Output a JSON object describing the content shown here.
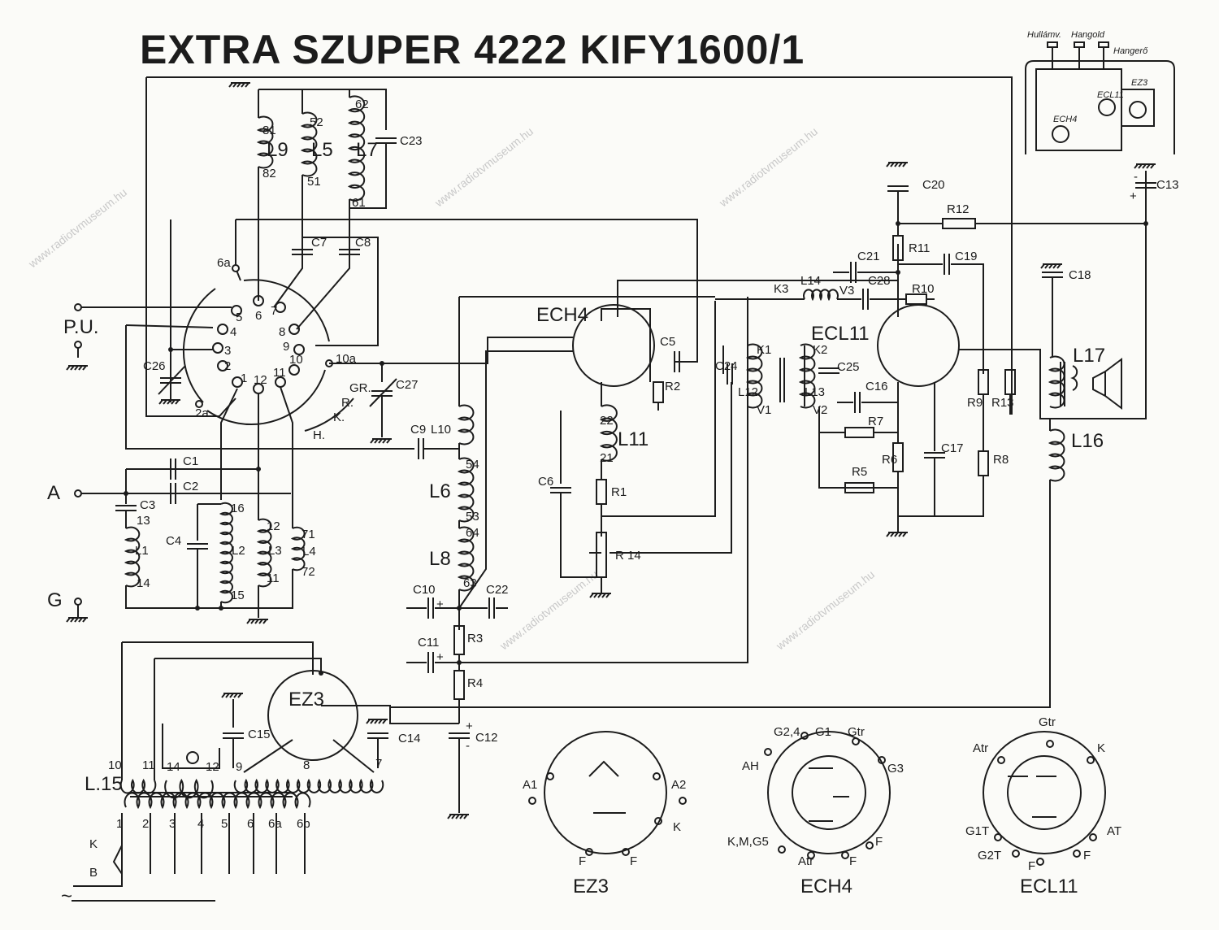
{
  "title": "EXTRA SZUPER 4222 KIFY1600/1",
  "watermark": "www.radiotvmuseum.hu",
  "inset": {
    "knobs": [
      "Hullámv.",
      "Hangold",
      "Hangerő"
    ],
    "tubes": [
      "ECH4",
      "ECL11",
      "EZ3"
    ]
  },
  "terminals": {
    "pu": "P.U.",
    "a": "A",
    "g": "G",
    "k": "K",
    "b": "B",
    "mains": "~"
  },
  "tubes": {
    "ech4": "ECH4",
    "ecl11": "ECL11",
    "ez3": "EZ3"
  },
  "components": {
    "C1": "C1",
    "C2": "C2",
    "C3": "C3",
    "C4": "C4",
    "C5": "C5",
    "C6": "C6",
    "C7": "C7",
    "C8": "C8",
    "C9": "C9",
    "C10": "C10",
    "C11": "C11",
    "C12": "C12",
    "C13": "C13",
    "C14": "C14",
    "C15": "C15",
    "C16": "C16",
    "C17": "C17",
    "C18": "C18",
    "C19": "C19",
    "C20": "C20",
    "C21": "C21",
    "C22": "C22",
    "C23": "C23",
    "C24": "C24",
    "C25": "C25",
    "C26": "C26",
    "C27": "C27",
    "C28": "C28",
    "R1": "R1",
    "R2": "R2",
    "R3": "R3",
    "R4": "R4",
    "R5": "R5",
    "R6": "R6",
    "R7": "R7",
    "R8": "R8",
    "R9": "R9",
    "R10": "R10",
    "R11": "R11",
    "R12": "R12",
    "R13": "R13",
    "R14": "R 14",
    "L1": "L1",
    "L2": "L2",
    "L3": "L3",
    "L4": "L4",
    "L5": "L5",
    "L6": "L6",
    "L7": "L7",
    "L8": "L8",
    "L9": "L9",
    "L10": "L10",
    "L11": "L11",
    "L12": "L12",
    "L13": "L13",
    "L14": "L14",
    "L15": "L.15",
    "L16": "L16",
    "L17": "L17"
  },
  "coil_taps": {
    "t81": "81",
    "t82": "82",
    "t52": "52",
    "t51": "51",
    "t62": "62",
    "t61": "61",
    "t13": "13",
    "t14": "14",
    "t16": "16",
    "t15": "15",
    "t12": "12",
    "t11": "11",
    "t71": "71",
    "t72": "72",
    "t54": "54",
    "t53": "53",
    "t64": "64",
    "t63": "63",
    "t22": "22",
    "t21": "21",
    "K1": "K1",
    "K2": "K2",
    "K3": "K3",
    "V1": "V1",
    "V2": "V2",
    "V3": "V3"
  },
  "switch": {
    "pins": [
      "1",
      "2",
      "3",
      "4",
      "5",
      "6",
      "7",
      "8",
      "9",
      "10",
      "11",
      "12"
    ],
    "extra_pins": {
      "p2a": "2a",
      "p6a": "6a",
      "p10a": "10a"
    },
    "positions": [
      "GR.",
      "R.",
      "K.",
      "H."
    ]
  },
  "transformer_taps": {
    "secondary": [
      "10",
      "11",
      "14",
      "12",
      "9",
      "8",
      "7"
    ],
    "primary": [
      "1",
      "2",
      "3",
      "4",
      "5",
      "6",
      "6a",
      "6b"
    ]
  },
  "polarity": {
    "plus": "+",
    "minus": "-"
  },
  "pinouts": {
    "ez3": {
      "title": "EZ3",
      "pins": [
        "A1",
        "A2",
        "K",
        "F",
        "F"
      ]
    },
    "ech4": {
      "title": "ECH4",
      "pins": [
        "G2,4",
        "G1",
        "Gtr",
        "AH",
        "G3",
        "K,M,G5",
        "Atr",
        "F",
        "F"
      ]
    },
    "ecl11": {
      "title": "ECL11",
      "pins": [
        "Gtr",
        "Atr",
        "K",
        "G1T",
        "AT",
        "G2T",
        "F",
        "F"
      ]
    }
  }
}
